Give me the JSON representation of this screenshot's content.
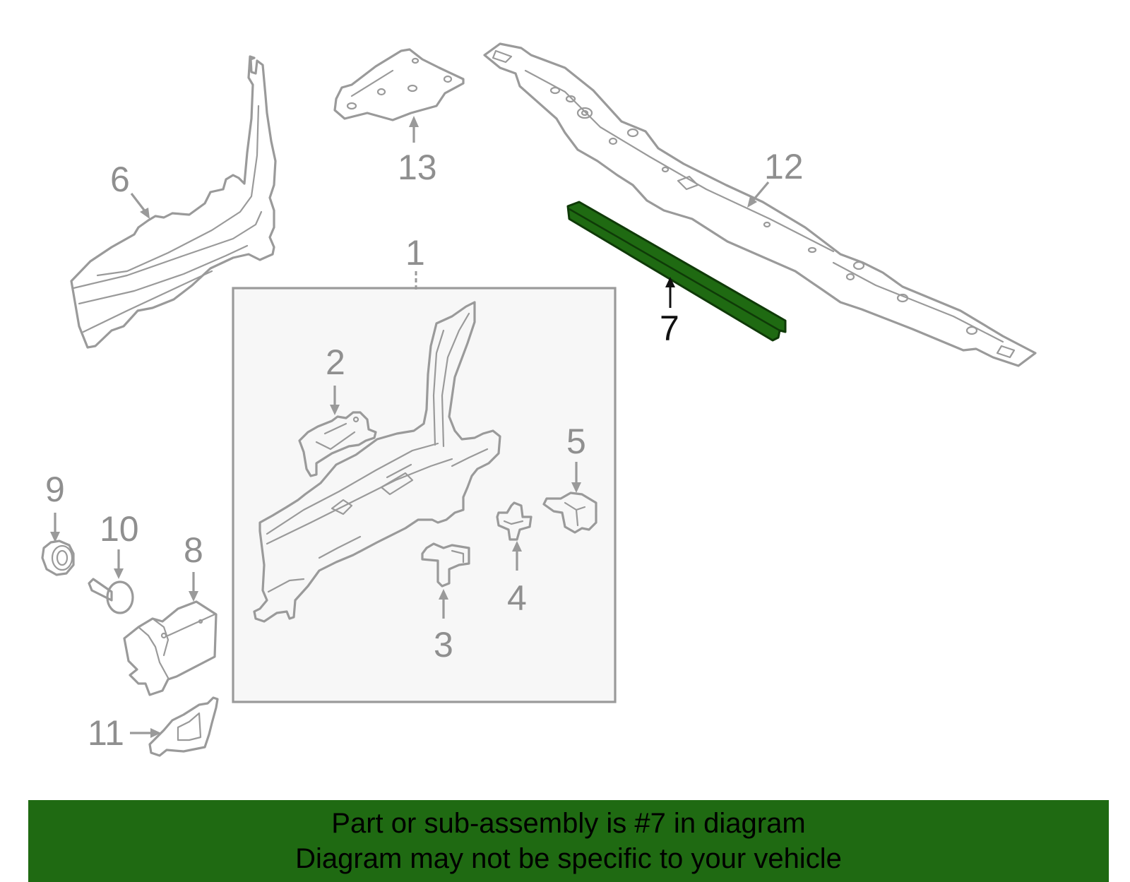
{
  "diagram": {
    "callouts": [
      {
        "id": "c1",
        "label": "1"
      },
      {
        "id": "c2",
        "label": "2"
      },
      {
        "id": "c3",
        "label": "3"
      },
      {
        "id": "c4",
        "label": "4"
      },
      {
        "id": "c5",
        "label": "5"
      },
      {
        "id": "c6",
        "label": "6"
      },
      {
        "id": "c7",
        "label": "7"
      },
      {
        "id": "c8",
        "label": "8"
      },
      {
        "id": "c9",
        "label": "9"
      },
      {
        "id": "c10",
        "label": "10"
      },
      {
        "id": "c11",
        "label": "11"
      },
      {
        "id": "c12",
        "label": "12"
      },
      {
        "id": "c13",
        "label": "13"
      }
    ],
    "highlighted_part": "7",
    "colors": {
      "highlight_fill": "#1f6a12",
      "outline": "#9a9a9a",
      "callout_text": "#8f8f8f",
      "callout_highlight_text": "#111111",
      "subassembly_box_fill": "#f7f7f7"
    }
  },
  "banner": {
    "line1": "Part or sub-assembly is #7 in diagram",
    "line2": "Diagram may not be specific to your vehicle",
    "color": "#1f6a12"
  }
}
